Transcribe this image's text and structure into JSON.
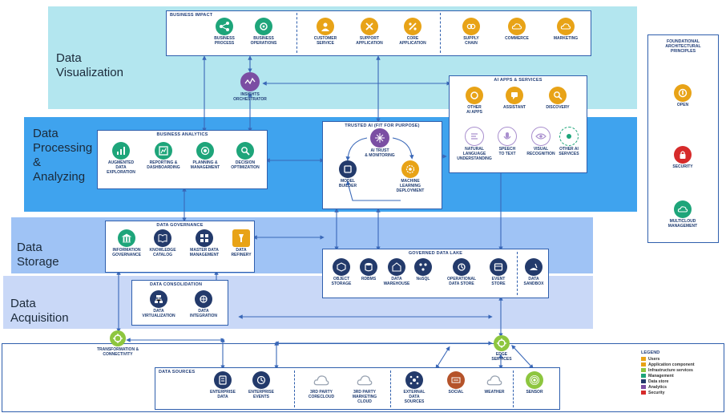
{
  "layers": {
    "visualization": "Data\nVisualization",
    "processing": "Data\nProcessing\n&\nAnalyzing",
    "storage": "Data\nStorage",
    "acquisition": "Data\nAcquisition"
  },
  "business_impact": {
    "title": "BUSINESS IMPACT",
    "items": [
      {
        "label": "BUSINESS\nPROCESS",
        "icon": "process-icon"
      },
      {
        "label": "BUSINESS\nOPERATIONS",
        "icon": "operations-icon"
      },
      {
        "label": "CUSTOMER\nSERVICE",
        "icon": "customer-service-icon"
      },
      {
        "label": "SUPPORT\nAPPLICATION",
        "icon": "support-application-icon"
      },
      {
        "label": "CORE\nAPPLICATION",
        "icon": "core-application-icon"
      },
      {
        "label": "SUPPLY\nCHAIN",
        "icon": "supply-chain-icon"
      },
      {
        "label": "COMMERCE",
        "icon": "cloud-icon"
      },
      {
        "label": "MARKETING",
        "icon": "cloud-icon"
      }
    ]
  },
  "insights": {
    "label": "INSIGHTS\nORCHESTRATOR"
  },
  "ai_apps": {
    "title": "AI APPS & SERVICES",
    "items": [
      {
        "label": "OTHER\nAI APPS"
      },
      {
        "label": "ASSISTANT"
      },
      {
        "label": "DISCOVERY"
      },
      {
        "label": "NATURAL\nLANGUAGE\nUNDERSTANDING"
      },
      {
        "label": "SPEECH\nTO TEXT"
      },
      {
        "label": "VISUAL\nRECOGNITION"
      },
      {
        "label": "OTHER AI\nSERVICES"
      }
    ]
  },
  "business_analytics": {
    "title": "BUSINESS ANALYTICS",
    "items": [
      {
        "label": "AUGMENTED\nDATA\nEXPLORATION"
      },
      {
        "label": "REPORTING &\nDASHBOARDING"
      },
      {
        "label": "PLANNING &\nMANAGEMENT"
      },
      {
        "label": "DECISION\nOPTIMIZATION"
      }
    ]
  },
  "trusted_ai": {
    "title": "TRUSTED AI (FIT FOR PURPOSE)",
    "items": [
      {
        "label": "AI TRUST\n& MONITORING"
      },
      {
        "label": "MODEL\nBUILDER"
      },
      {
        "label": "MACHINE\nLEARNING\nDEPLOYMENT"
      }
    ]
  },
  "data_governance": {
    "title": "DATA GOVERNANCE",
    "items": [
      {
        "label": "INFORMATION\nGOVERNANCE"
      },
      {
        "label": "KNOWLEDGE\nCATALOG"
      },
      {
        "label": "MASTER DATA\nMANAGEMENT"
      },
      {
        "label": "DATA\nREFINERY"
      }
    ]
  },
  "data_lake": {
    "title": "GOVERNED DATA LAKE",
    "items": [
      {
        "label": "OBJECT\nSTORAGE"
      },
      {
        "label": "RDBMS"
      },
      {
        "label": "DATA\nWAREHOUSE"
      },
      {
        "label": "NoSQL"
      },
      {
        "label": "OPERATIONAL\nDATA STORE"
      },
      {
        "label": "EVENT\nSTORE"
      },
      {
        "label": "DATA\nSANDBOX"
      }
    ]
  },
  "data_consolidation": {
    "title": "DATA CONSOLIDATION",
    "items": [
      {
        "label": "DATA\nVIRTUALIZATION"
      },
      {
        "label": "DATA\nINTEGRATION"
      }
    ]
  },
  "transformation": {
    "label": "TRANSFORMATION &\nCONNECTIVITY"
  },
  "edge": {
    "label": "EDGE\nSERVICES"
  },
  "data_sources": {
    "title": "DATA SOURCES",
    "items": [
      {
        "label": "ENTERPRISE\nDATA"
      },
      {
        "label": "ENTERPRISE\nEVENTS"
      },
      {
        "label": "3RD PARTY\nCORECLOUD"
      },
      {
        "label": "3RD PARTY\nMARKETING\nCLOUD"
      },
      {
        "label": "EXTERNAL\nDATA\nSOURCES"
      },
      {
        "label": "SOCIAL"
      },
      {
        "label": "WEATHER"
      },
      {
        "label": "SENSOR"
      }
    ]
  },
  "principles": {
    "title": "FOUNDATIONAL\nARCHITECTURAL\nPRINCIPLES",
    "items": [
      {
        "label": "OPEN",
        "color": "#e8a317"
      },
      {
        "label": "SECURITY",
        "color": "#d62b2b"
      },
      {
        "label": "MULTICLOUD\nMANAGEMENT",
        "color": "#1ea57a"
      }
    ]
  },
  "legend": {
    "title": "LEGEND",
    "items": [
      {
        "label": "Users",
        "color": "#e8a317"
      },
      {
        "label": "Application component",
        "color": "#e8a317"
      },
      {
        "label": "Infrastructure services",
        "color": "#8dc63f"
      },
      {
        "label": "Management",
        "color": "#1ea57a"
      },
      {
        "label": "Data store",
        "color": "#233a6b"
      },
      {
        "label": "Analytics",
        "color": "#7b4ea3"
      },
      {
        "label": "Security",
        "color": "#d62b2b"
      }
    ]
  },
  "colors": {
    "band_visualization": "#b3e6ef",
    "band_processing": "#3fa3ee",
    "band_storage": "#9fc3f5",
    "band_acquisition": "#c9d8f7",
    "border": "#2f5fad",
    "orange": "#e8a317",
    "teal": "#1ea57a",
    "purple": "#7b4ea3",
    "navy": "#233a6b",
    "lightpurple": "#a98fce",
    "green": "#8dc63f",
    "grey": "#9aa4b2",
    "brown": "#b5532a",
    "red": "#d62b2b"
  }
}
